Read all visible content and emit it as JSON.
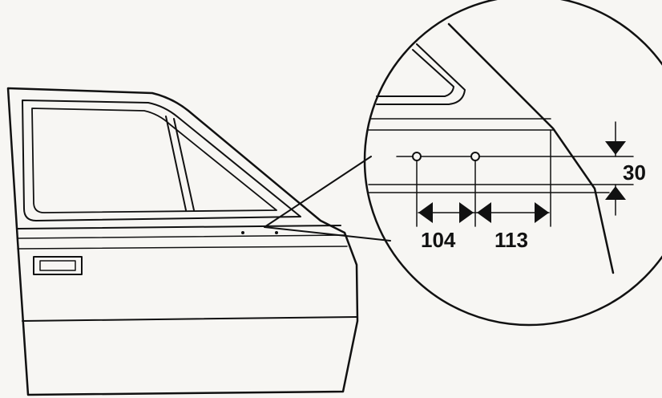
{
  "dimensions": {
    "first_hole_spacing": "104",
    "second_hole_spacing": "113",
    "height_from_edge": "30"
  },
  "colors": {
    "line": "#111111",
    "paper": "#f7f6f3"
  }
}
